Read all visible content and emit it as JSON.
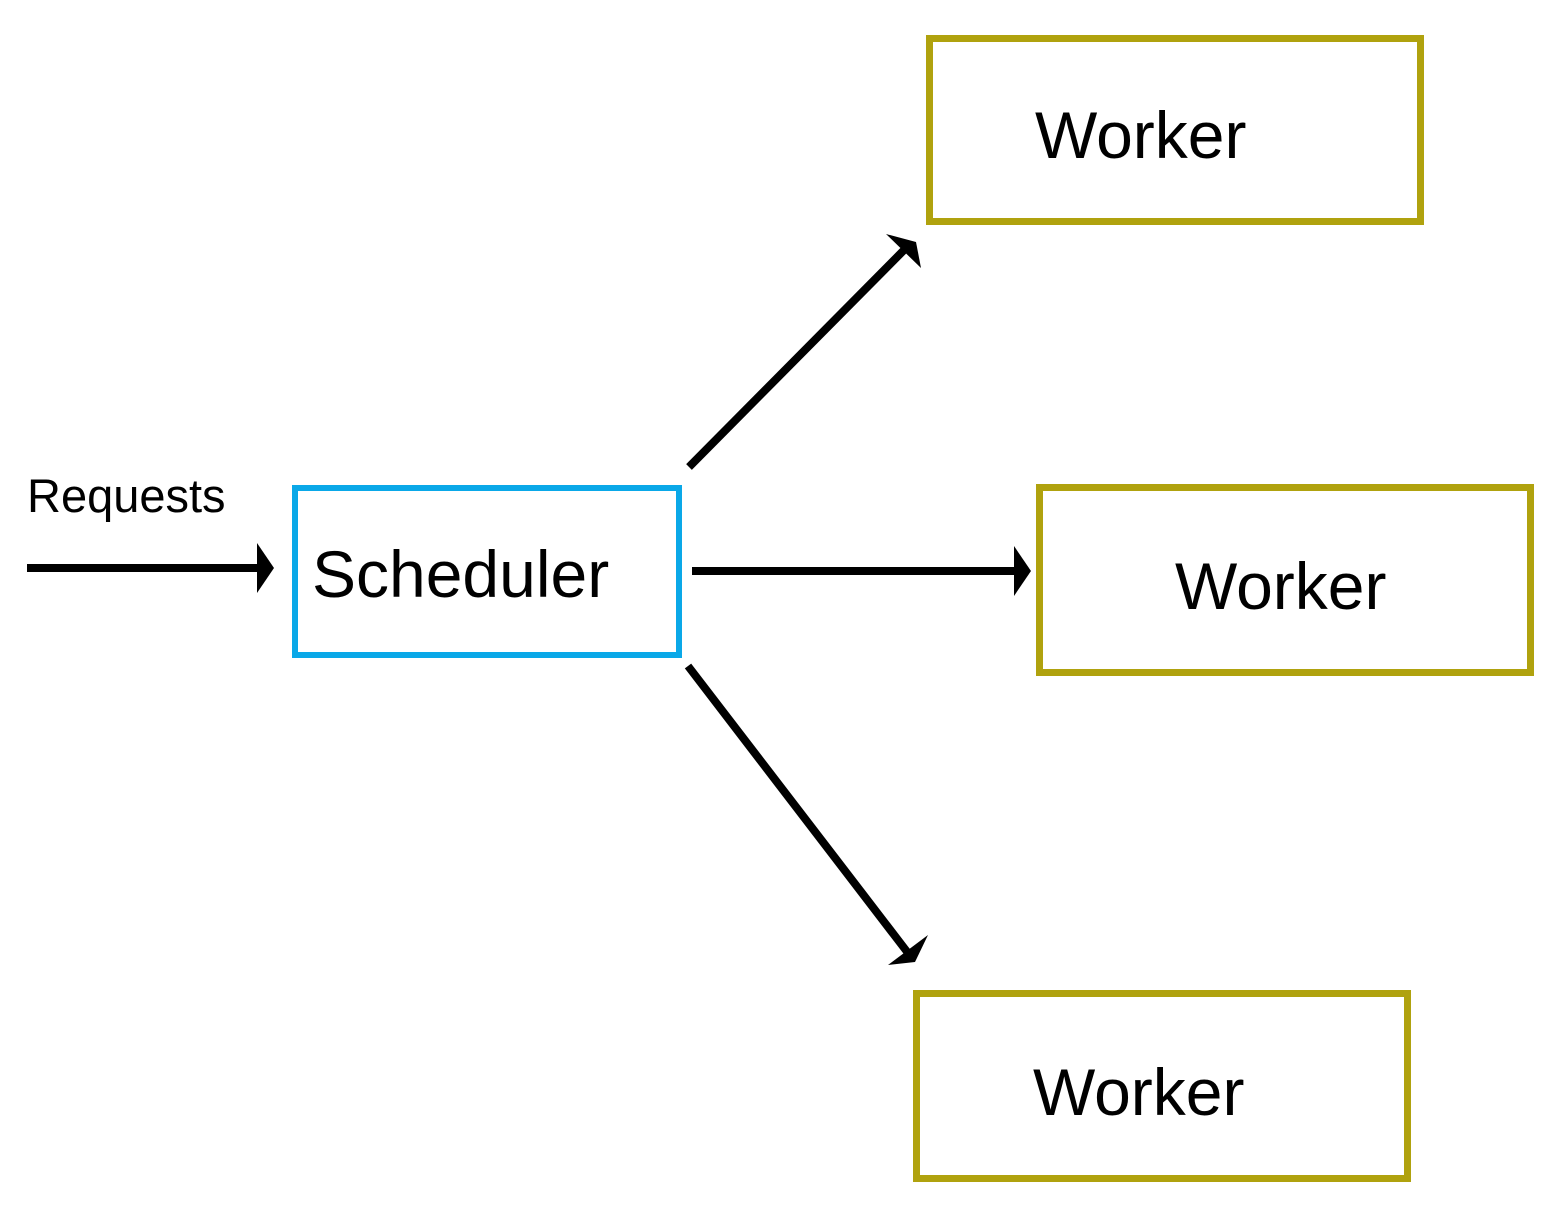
{
  "requests_label": "Requests",
  "scheduler": {
    "label": "Scheduler",
    "border_color": "#0aa8e8"
  },
  "workers": [
    {
      "label": "Worker"
    },
    {
      "label": "Worker"
    },
    {
      "label": "Worker"
    }
  ],
  "worker_border_color": "#b0a20e",
  "arrow_color": "#000000"
}
